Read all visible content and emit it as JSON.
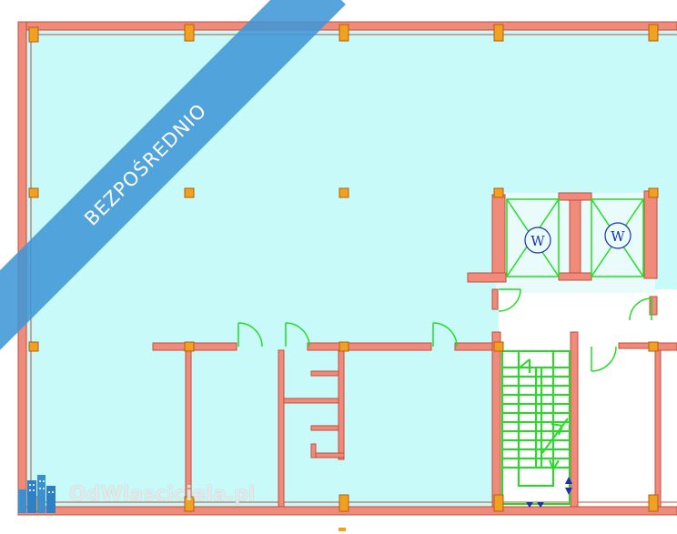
{
  "ribbon": {
    "text": "BEZPOŚREDNIO"
  },
  "watermark": {
    "text": "OdWlasciciela.pl",
    "logo_icon": "city-buildings-icon"
  },
  "elevators": [
    {
      "label": "W"
    },
    {
      "label": "W"
    }
  ],
  "colors": {
    "floor": "#c8fafa",
    "wall": "#f08a7a",
    "wall_stroke": "#c0503c",
    "column": "#f2a020",
    "green": "#22dd22",
    "ribbon": "#4096d6",
    "elevator_symbol": "#1d2fb0"
  }
}
